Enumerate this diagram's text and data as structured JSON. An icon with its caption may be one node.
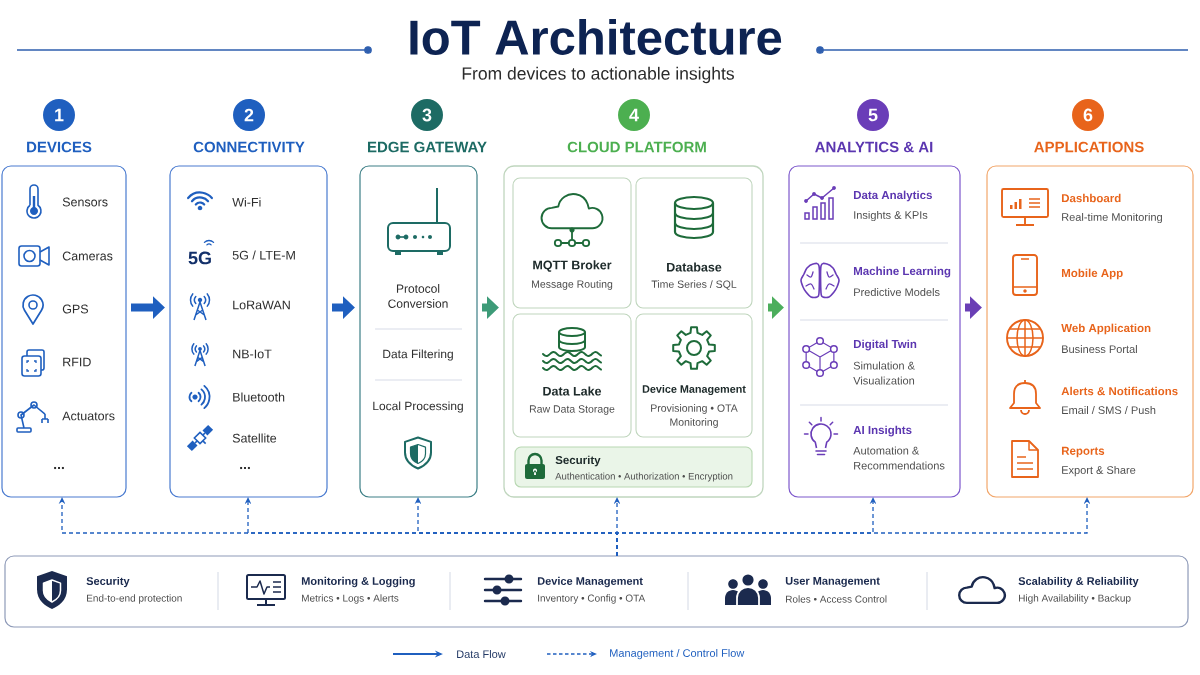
{
  "diagram": {
    "title": "IoT Architecture",
    "nodes": [
      {
        "text": [
          "1"
        ]
      },
      {
        "text": [
          "DEVICES",
          "Sensors",
          "Cameras",
          "GPS",
          "RFID",
          "Actuators",
          "..."
        ]
      },
      {
        "text": [
          "2"
        ]
      },
      {
        "text": [
          "CONNECTIVITY",
          "Wi-Fi",
          "5G",
          "5G / LTE-M",
          "LoRaWAN",
          "NB-IoT",
          "Bluetooth",
          "Satellite",
          "..."
        ]
      },
      {
        "text": [
          "3"
        ]
      },
      {
        "text": [
          "EDGE GATEWAY",
          "Protocol Conversion",
          "Data Filtering",
          "Local Processing"
        ]
      },
      {
        "text": [
          "4"
        ]
      },
      {
        "text": [
          "CLOUD PLATFORM"
        ]
      },
      {
        "text": [
          "MQTT Broker",
          "Message Routing"
        ],
        "in": 7
      },
      {
        "text": [
          "Database",
          "Time Series / SQL"
        ],
        "in": 7
      },
      {
        "text": [
          "Data Lake",
          "Raw Data Storage"
        ],
        "in": 7
      },
      {
        "text": [
          "Device Management",
          "Provisioning • OTA Monitoring"
        ],
        "in": 7
      },
      {
        "text": [
          "Security",
          "Authentication • Authorization • Encryption"
        ],
        "in": 7
      },
      {
        "text": [
          "5"
        ]
      },
      {
        "text": [
          "ANALYTICS & AI",
          "Data Analytics",
          "Insights & KPIs",
          "Machine Learning",
          "Predictive Models",
          "Digital Twin",
          "Simulation & Visualization",
          "AI Insights",
          "Automation & Recommendations"
        ]
      },
      {
        "text": [
          "6"
        ]
      },
      {
        "text": [
          "APPLICATIONS",
          "Dashboard",
          "Real-time Monitoring",
          "Mobile App",
          "Web Application",
          "Business Portal",
          "Alerts & Notifications",
          "Email / SMS / Push",
          "Reports",
          "Export & Share"
        ]
      },
      {
        "text": [
          "Security",
          "End-to-end protection",
          "Monitoring & Logging",
          "Metrics • Logs • Alerts",
          "Device Management",
          "Inventory • Config • OTA",
          "User Management",
          "Roles • Access Control",
          "Scalability & Reliability",
          "High Availability • Backup"
        ]
      }
    ],
    "edges": [
      {
        "from": 1,
        "to": 3,
        "arrow": "to",
        "style": "thick"
      },
      {
        "from": 3,
        "to": 5,
        "arrow": "to",
        "style": "thick"
      },
      {
        "from": 5,
        "to": 7,
        "arrow": "to",
        "style": "thick",
        "color": "#3d9b78"
      },
      {
        "from": 7,
        "to": 14,
        "arrow": "to",
        "style": "thick",
        "color": "#4cae5c"
      },
      {
        "from": 14,
        "to": 16,
        "arrow": "to",
        "style": "thick",
        "color": "#6a3fb5"
      },
      {
        "from": 17,
        "to": 1,
        "arrow": "to",
        "style": "dashed"
      },
      {
        "from": 17,
        "to": 3,
        "arrow": "to",
        "style": "dashed"
      },
      {
        "from": 17,
        "to": 5,
        "arrow": "to",
        "style": "dashed"
      },
      {
        "from": 17,
        "to": 7,
        "arrow": "to",
        "style": "dashed"
      },
      {
        "from": 17,
        "to": 14,
        "arrow": "to",
        "style": "dashed"
      },
      {
        "from": 17,
        "to": 16,
        "arrow": "to",
        "style": "dashed"
      }
    ],
    "labels": [
      "From devices to actionable insights"
    ],
    "legend": [
      {
        "text": "Data Flow"
      },
      {
        "text": "Management / Control Flow"
      }
    ]
  }
}
